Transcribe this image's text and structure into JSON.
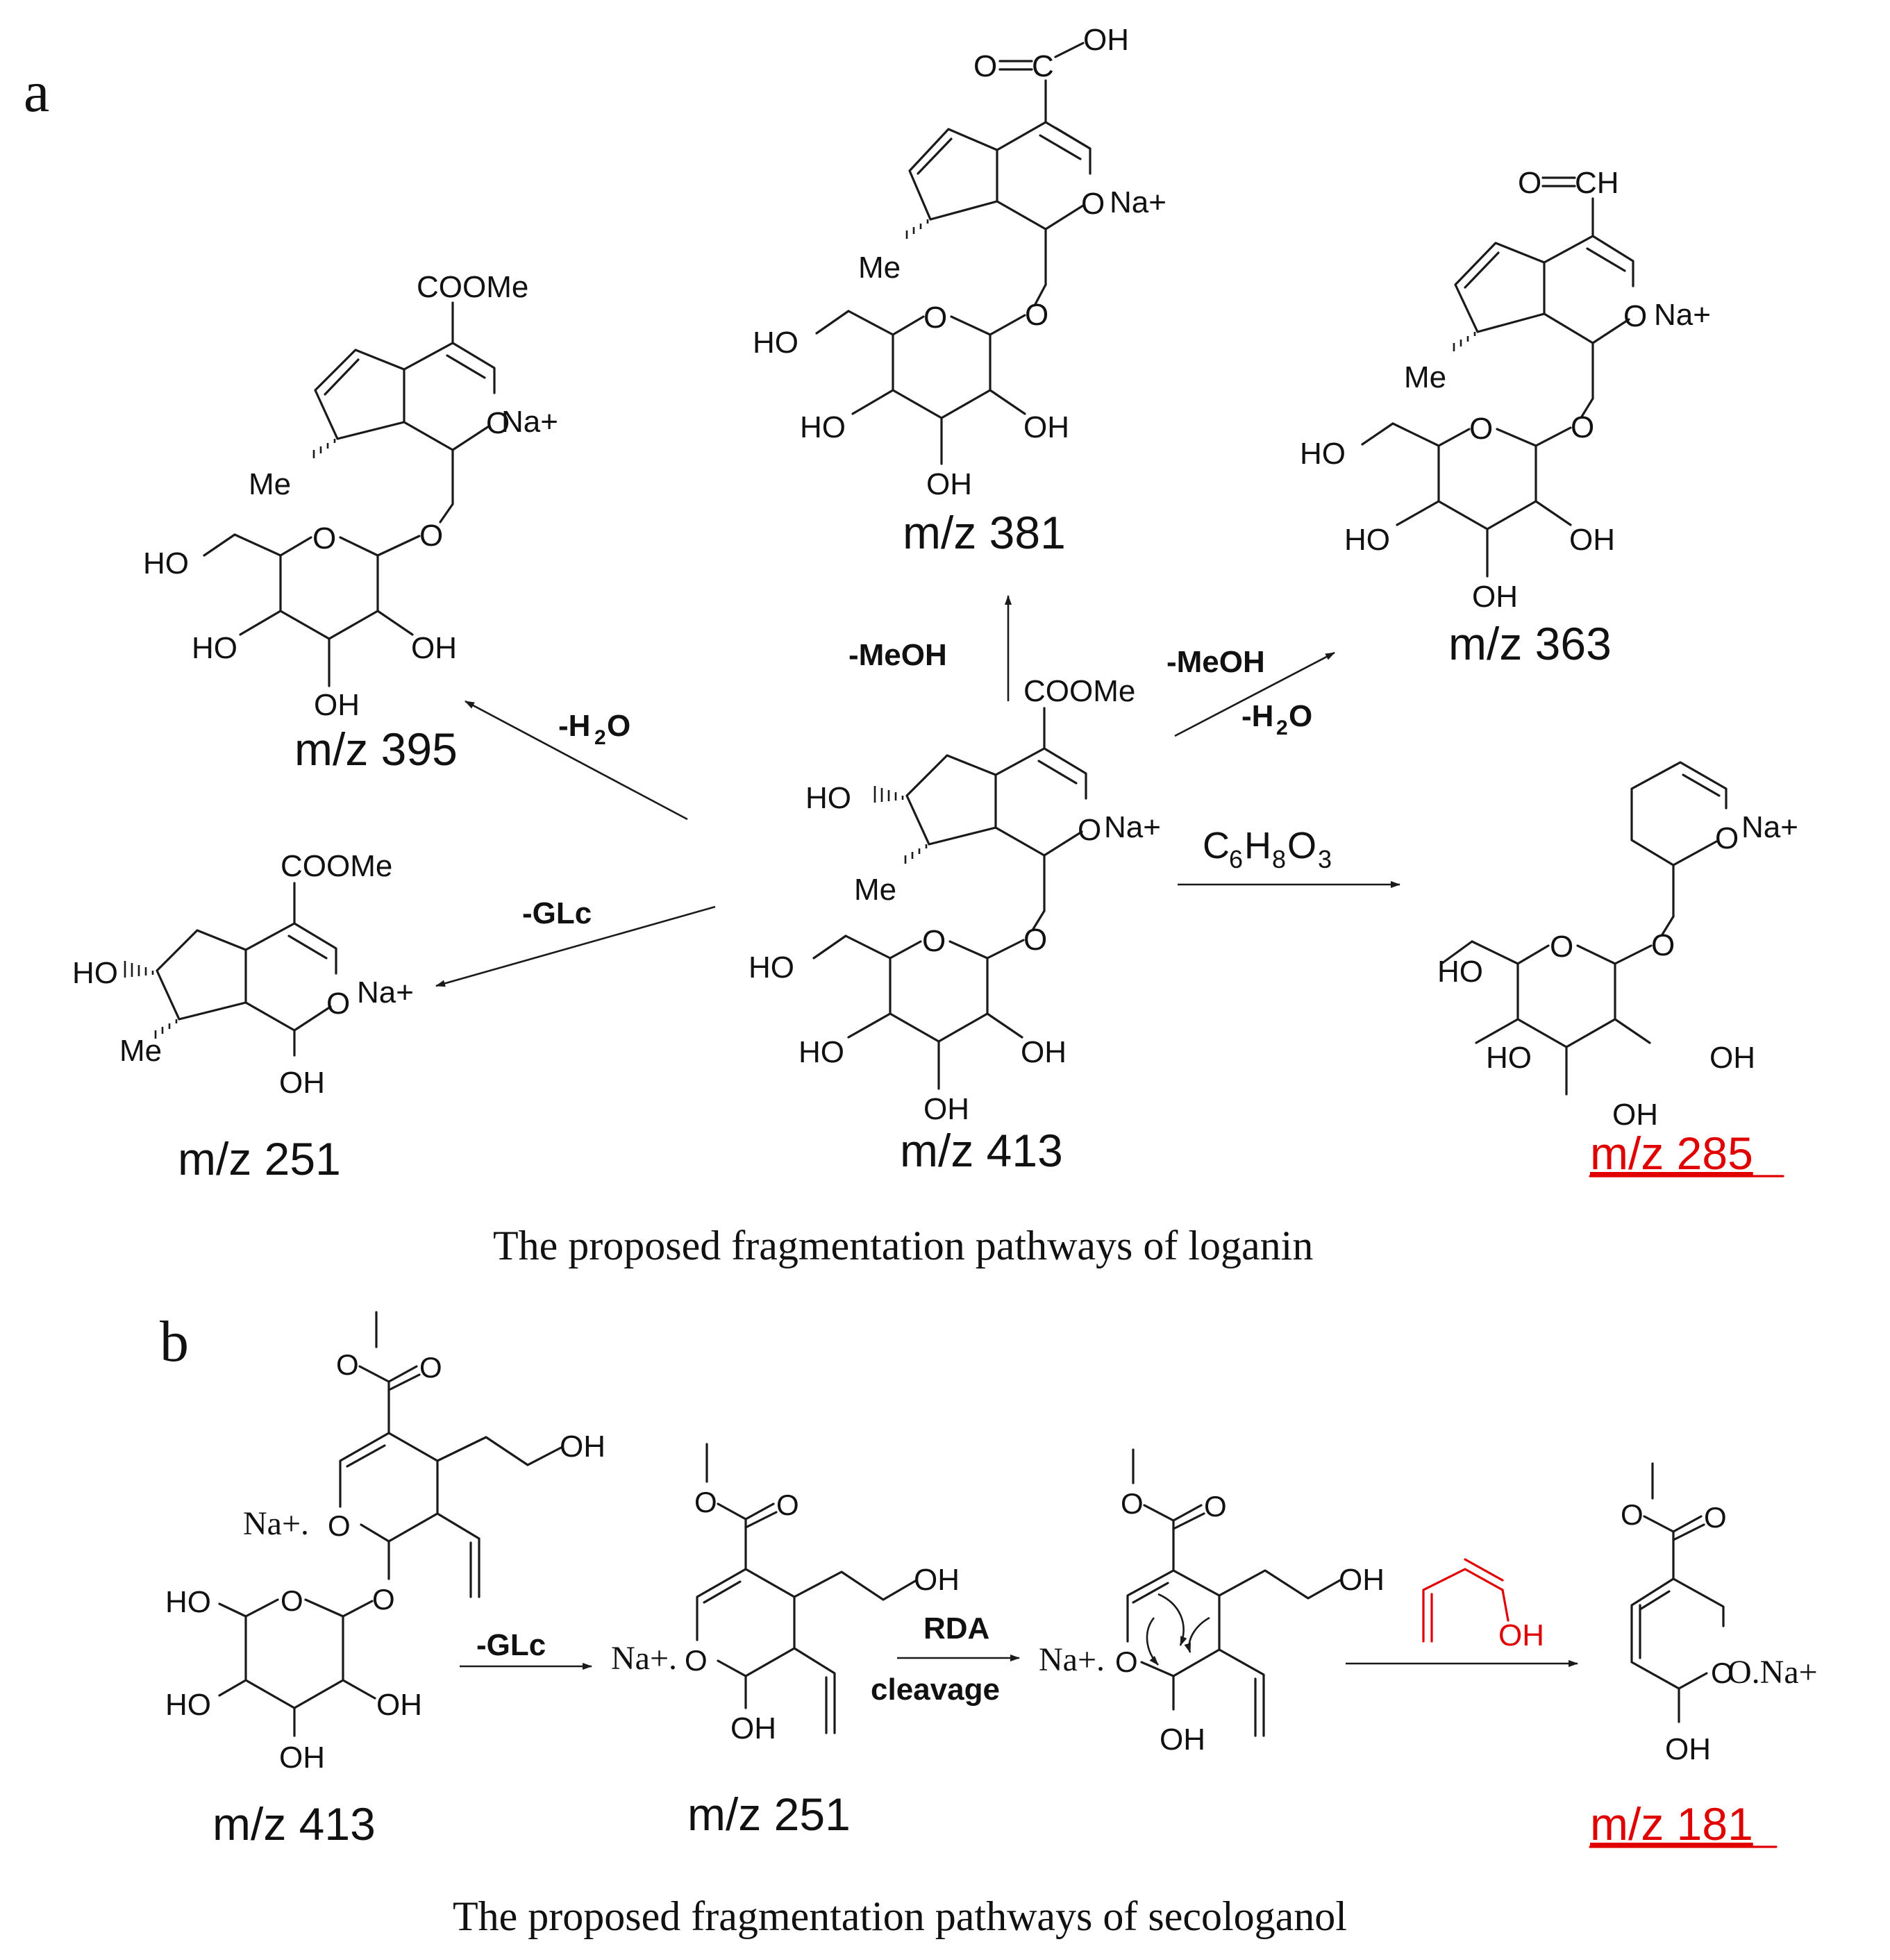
{
  "panel_a": {
    "letter": "a",
    "caption": "The proposed fragmentation pathways of loganin",
    "mz_413": "m/z  413",
    "mz_381": "m/z  381",
    "mz_363": "m/z  363",
    "mz_395": "m/z  395",
    "mz_251": "m/z 251",
    "mz_285": "m/z  285",
    "cond_meoh_up": "-MeOH",
    "cond_meoh_right": "-MeOH",
    "cond_h2o_right": "-H",
    "cond_h2o_right_sub": "2",
    "cond_h2o_right_end": "O",
    "cond_h2o_left": "-H",
    "cond_h2o_left_sub": "2",
    "cond_h2o_left_end": "O",
    "cond_glc": "-GLc",
    "cond_formula_c": "C",
    "cond_formula_c_sub": "6",
    "cond_formula_h": "H",
    "cond_formula_h_sub": "8",
    "cond_formula_o": "O",
    "cond_formula_o_sub": "3"
  },
  "panel_b": {
    "letter": "b",
    "caption": "The proposed fragmentation pathways of secologanol",
    "mz_413": "m/z  413",
    "mz_251": "m/z  251",
    "mz_181": "m/z  181",
    "cond_glc": "-GLc",
    "cond_rda": "RDA",
    "cond_cleavage": "cleavage",
    "loss_oh": "OH"
  },
  "atoms": {
    "cooh_o": "O",
    "cooh_c": "C",
    "oh": "OH",
    "ho": "HO",
    "o": "O",
    "na": "Na+",
    "me": "Me",
    "coome": "COOMe",
    "cho_o": "O",
    "cho_ch": "CH",
    "na_dot_o": "Na+.O",
    "na_dot": "Na+.",
    "o_na": "O.Na+",
    "o_sub": "O"
  },
  "colors": {
    "ink": "#111111",
    "highlight": "#e00000"
  }
}
